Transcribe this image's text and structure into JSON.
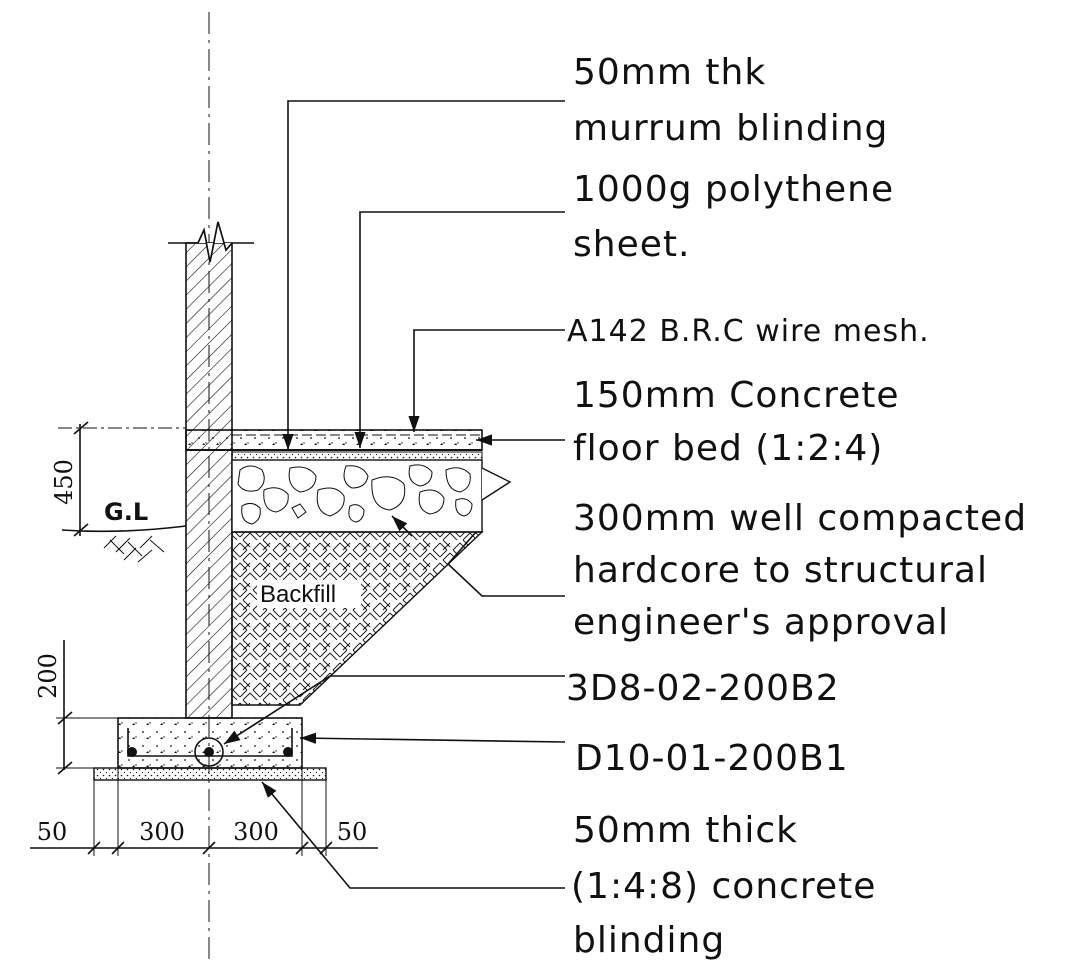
{
  "labels": {
    "murrum_1": "50mm thk",
    "murrum_2": "murrum blinding",
    "poly_1": "1000g polythene",
    "poly_2": "sheet.",
    "mesh": "A142 B.R.C wire mesh.",
    "floor_1": "150mm Concrete",
    "floor_2": "floor bed (1:2:4)",
    "hardcore_1": "300mm well compacted",
    "hardcore_2": "hardcore to structural",
    "hardcore_3": "engineer's approval",
    "bar_top": "3D8-02-200B2",
    "bar_bottom": "D10-01-200B1",
    "blinding_1": "50mm thick",
    "blinding_2": "(1:4:8) concrete",
    "blinding_3": "blinding"
  },
  "dimensions": {
    "d450": "450",
    "d200": "200",
    "b50_left": "50",
    "b300_left": "300",
    "b300_right": "300",
    "b50_right": "50"
  },
  "markers": {
    "ground_level": "G.L",
    "backfill": "Backfill"
  },
  "colors": {
    "line": "#111111",
    "background": "#ffffff"
  }
}
